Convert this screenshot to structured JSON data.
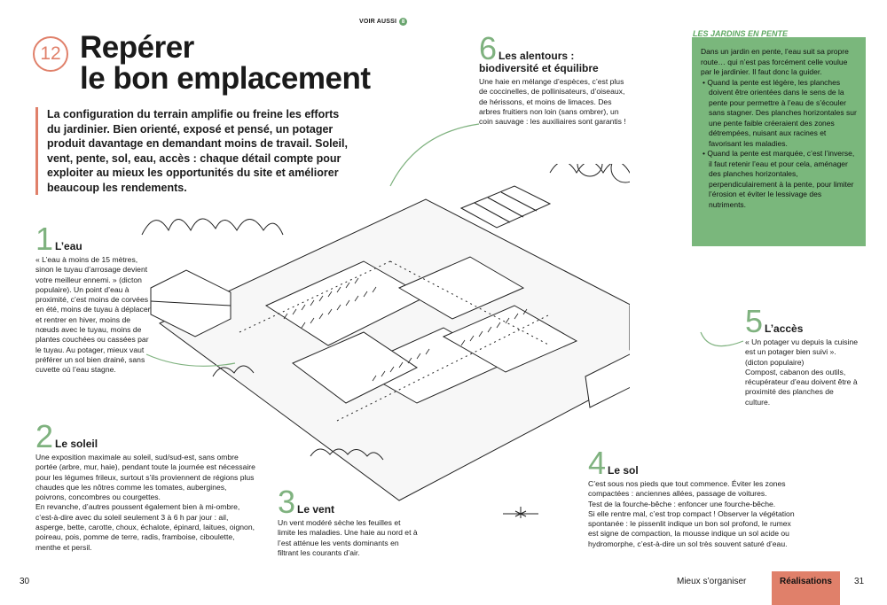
{
  "header": {
    "see_also_label": "VOIR AUSSI",
    "see_also_ref": "8",
    "chapter_number": "12",
    "title_line1": "Repérer",
    "title_line2": "le bon emplacement"
  },
  "intro": "La configuration du terrain amplifie ou freine les efforts du jardinier. Bien orienté, exposé et pensé, un potager produit davantage en demandant moins de travail. Soleil, vent, pente, sol, eau, accès : chaque détail compte pour exploiter au mieux les opportunités du site et améliorer beaucoup les rendements.",
  "sections": {
    "eau": {
      "number": "1",
      "title": "L’eau",
      "text": "« L’eau à moins de 15 mètres, sinon le tuyau d’arrosage devient votre meilleur ennemi. » (dicton populaire). Un point d’eau à proximité, c’est moins de corvées en été, moins de tuyau à déplacer et rentrer en hiver, moins de nœuds avec le tuyau, moins de plantes couchées ou cassées par le tuyau. Au potager, mieux vaut préférer un sol bien drainé, sans cuvette où l’eau stagne."
    },
    "soleil": {
      "number": "2",
      "title": "Le soleil",
      "text1": "Une exposition maximale au soleil, sud/sud-est, sans ombre portée (arbre, mur, haie), pendant toute la journée est nécessaire pour les légumes frileux, surtout s’ils proviennent de régions plus chaudes que les nôtres comme les tomates, aubergines, poivrons, concombres ou courgettes.",
      "text2": "En revanche, d’autres poussent également bien à mi-ombre, c’est-à-dire avec du soleil seulement 3 à 6 h par jour : ail, asperge, bette, carotte, choux, échalote, épinard, laitues, oignon, poireau, pois, pomme de terre, radis, framboise, ciboulette, menthe et persil."
    },
    "vent": {
      "number": "3",
      "title": "Le vent",
      "text": "Un vent modéré sèche les feuilles et limite les maladies. Une haie au nord et à l’est atténue les vents dominants en filtrant les courants d’air."
    },
    "sol": {
      "number": "4",
      "title": "Le sol",
      "text1": "C’est sous nos pieds que tout commence. Éviter les zones compactées : anciennes allées, passage de voitures.",
      "text2": "Test de la fourche-bêche : enfoncer une fourche-bêche.",
      "text3": "Si elle rentre mal, c’est trop compact ! Observer la végétation spontanée : le pissenlit indique un bon sol profond, le rumex est signe de compaction, la mousse indique un sol acide ou hydromorphe, c’est-à-dire un sol très souvent saturé d’eau."
    },
    "acces": {
      "number": "5",
      "title": "L’accès",
      "text1": "« Un potager vu depuis la cuisine est un potager bien suivi ». (dicton populaire)",
      "text2": "Compost, cabanon des outils, récupérateur d’eau doivent être à proximité des planches de culture."
    },
    "alentours": {
      "number": "6",
      "title_line1": "Les alentours :",
      "title_line2": "biodiversité et équilibre",
      "text": "Une haie en mélange d’espèces, c’est plus de coccinelles, de pollinisateurs, d’oiseaux, de hérissons, et moins de limaces. Des arbres fruitiers non loin (sans ombrer), un coin sauvage : les auxiliaires sont garantis !"
    }
  },
  "sidebox": {
    "title": "LES JARDINS EN PENTE",
    "intro": "Dans un jardin en pente, l’eau suit sa propre route… qui n’est pas forcément celle voulue par le jardinier. Il faut donc la guider.",
    "bullet1": "• Quand la pente est légère, les planches doivent être orientées dans le sens de la pente pour permettre à l’eau de s’écouler sans stagner. Des planches horizontales sur une pente faible créeraient des zones détrempées, nuisant aux racines et favorisant les maladies.",
    "bullet2": "• Quand la pente est marquée, c’est l’inverse, il faut retenir l’eau et pour cela, aménager des planches horizontales, perpendiculairement à la pente, pour limiter l’érosion et éviter le lessivage des nutriments."
  },
  "footer": {
    "page_left": "30",
    "section": "Mieux s’organiser",
    "tab": "Réalisations",
    "page_right": "31"
  },
  "colors": {
    "accent_salmon": "#e0806a",
    "accent_green": "#7fb27f",
    "sidebox_green": "#7ab77c"
  }
}
